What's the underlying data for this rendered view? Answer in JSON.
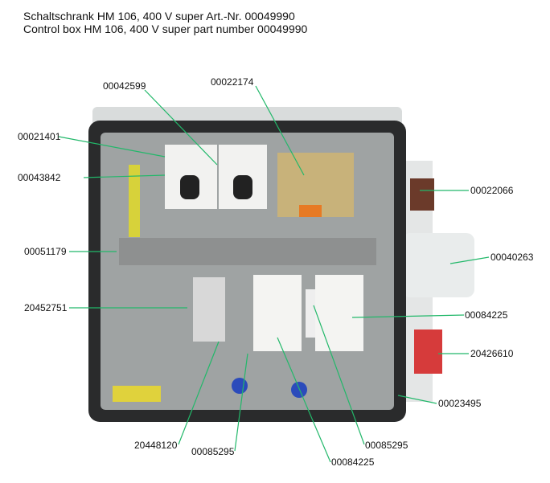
{
  "title_de": "Schaltschrank HM 106, 400 V super Art.-Nr. 00049990",
  "title_en": "Control box HM 106, 400 V super part number 00049990",
  "leader_color": "#22b86a",
  "parts": {
    "p00042599": "00042599",
    "p00022174": "00022174",
    "p00021401": "00021401",
    "p00043842": "00043842",
    "p00051179": "00051179",
    "p20452751": "20452751",
    "p00022066": "00022066",
    "p00040263": "00040263",
    "p00084225_right": "00084225",
    "p20426610": "20426610",
    "p00023495": "00023495",
    "p20448120": "20448120",
    "p00085295_bottom": "00085295",
    "p00084225_bottom": "00084225",
    "p00085295_right": "00085295"
  }
}
